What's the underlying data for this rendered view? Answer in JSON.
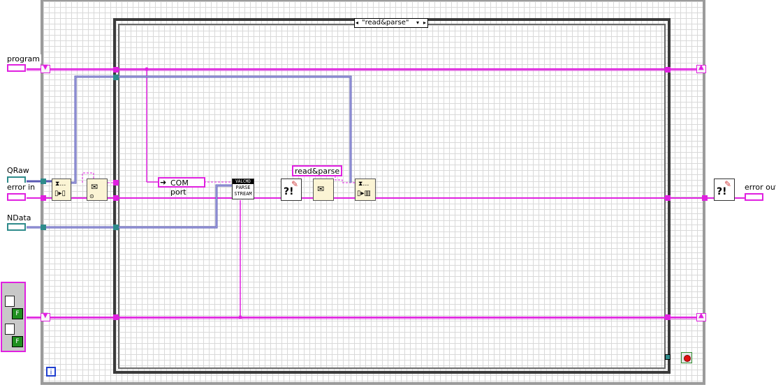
{
  "case_selector": {
    "value": "\"read&parse\""
  },
  "controls": {
    "program_state": "program s",
    "qraw": "QRaw",
    "error_in": "error in",
    "ndata": "NData"
  },
  "indicators": {
    "error_out": "error out"
  },
  "constants": {
    "com_port": "COM port",
    "read_parse": "read&parse"
  },
  "subvi": {
    "parse_stream": {
      "top": "VALCMD",
      "line1": "PARSE",
      "line2": "STREAM"
    }
  },
  "loop": {
    "info_icon": "i"
  },
  "colors": {
    "cluster_wire": "#e020e0",
    "refnum_wire": "#2e8b8b",
    "queue_wire": "#5a5ab4"
  }
}
